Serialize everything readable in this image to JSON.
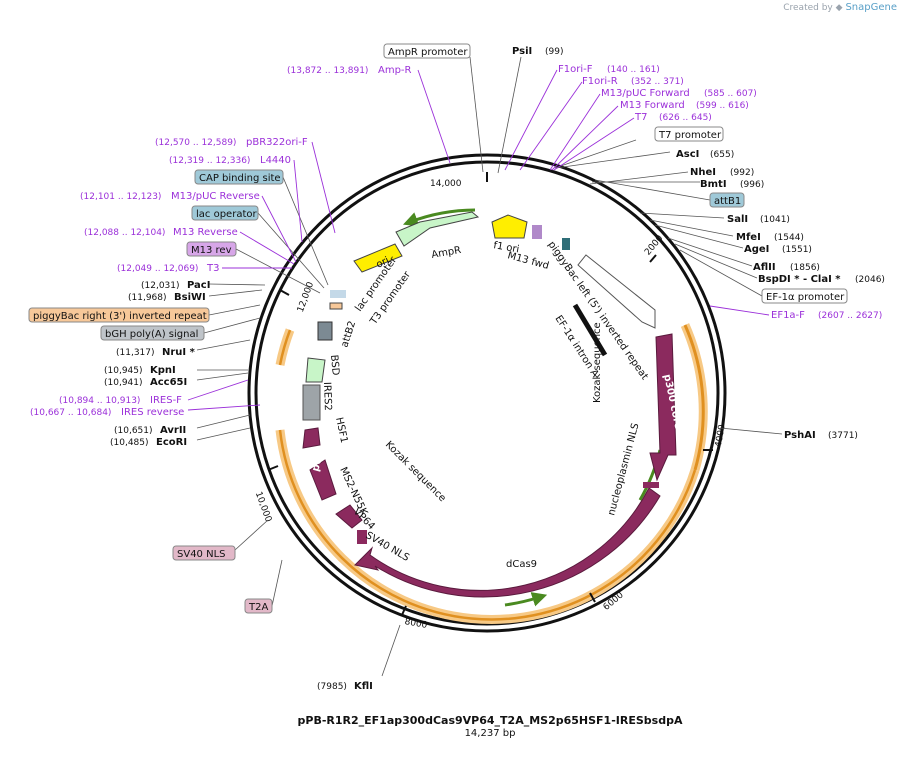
{
  "watermark": {
    "prefix": "Created by",
    "brand": "SnapGene"
  },
  "plasmid": {
    "name": "pPB-R1R2_EF1ap300dCas9VP64_T2A_MS2p65HSF1-IRESbsdpA",
    "size_text": "14,237 bp"
  },
  "ticks": [
    "14,000",
    "2000",
    "4000",
    "6000",
    "8000",
    "10,000",
    "12,000"
  ],
  "sites": [
    {
      "name": "PsiI",
      "pos": "(99)"
    },
    {
      "name": "AscI",
      "pos": "(655)"
    },
    {
      "name": "NheI",
      "pos": "(992)"
    },
    {
      "name": "BmtI",
      "pos": "(996)"
    },
    {
      "name": "SalI",
      "pos": "(1041)"
    },
    {
      "name": "MfeI",
      "pos": "(1544)"
    },
    {
      "name": "AgeI",
      "pos": "(1551)"
    },
    {
      "name": "AflII",
      "pos": "(1856)"
    },
    {
      "name": "BspDI * - ClaI *",
      "pos": "(2046)"
    },
    {
      "name": "PshAI",
      "pos": "(3771)"
    },
    {
      "name": "KflI",
      "pos": "(7985)"
    },
    {
      "name": "EcoRI",
      "pos": "(10,485)"
    },
    {
      "name": "AvrII",
      "pos": "(10,651)"
    },
    {
      "name": "Acc65I",
      "pos": "(10,941)"
    },
    {
      "name": "KpnI",
      "pos": "(10,945)"
    },
    {
      "name": "NruI *",
      "pos": "(11,317)"
    },
    {
      "name": "BsiWI",
      "pos": "(11,968)"
    },
    {
      "name": "PacI",
      "pos": "(12,031)"
    }
  ],
  "primers": [
    {
      "name": "Amp-R",
      "pos": "(13,872 .. 13,891)"
    },
    {
      "name": "F1ori-F",
      "pos": "(140 .. 161)"
    },
    {
      "name": "F1ori-R",
      "pos": "(352 .. 371)"
    },
    {
      "name": "M13/pUC Forward",
      "pos": "(585 .. 607)"
    },
    {
      "name": "M13 Forward",
      "pos": "(599 .. 616)"
    },
    {
      "name": "T7",
      "pos": "(626 .. 645)"
    },
    {
      "name": "EF1a-F",
      "pos": "(2607 .. 2627)"
    },
    {
      "name": "pBR322ori-F",
      "pos": "(12,570 .. 12,589)"
    },
    {
      "name": "L4440",
      "pos": "(12,319 .. 12,336)"
    },
    {
      "name": "M13/pUC Reverse",
      "pos": "(12,101 .. 12,123)"
    },
    {
      "name": "M13 Reverse",
      "pos": "(12,088 .. 12,104)"
    },
    {
      "name": "T3",
      "pos": "(12,049 .. 12,069)"
    },
    {
      "name": "IRES-F",
      "pos": "(10,894 .. 10,913)"
    },
    {
      "name": "IRES reverse",
      "pos": "(10,667 .. 10,684)"
    }
  ],
  "boxes": [
    {
      "name": "AmpR promoter",
      "color": "#ffffff"
    },
    {
      "name": "T7 promoter",
      "color": "#ffffff"
    },
    {
      "name": "attB1",
      "color": "#9fc9d8"
    },
    {
      "name": "EF-1α promoter",
      "color": "#ffffff"
    },
    {
      "name": "CAP binding site",
      "color": "#9fc9d8"
    },
    {
      "name": "lac operator",
      "color": "#9fc9d8"
    },
    {
      "name": "M13 rev",
      "color": "#d7a6e8"
    },
    {
      "name": "piggyBac right (3') inverted repeat",
      "color": "#f7c899"
    },
    {
      "name": "bGH poly(A) signal",
      "color": "#bfc4c9"
    },
    {
      "name": "SV40 NLS",
      "color": "#e2b8c8"
    },
    {
      "name": "T2A",
      "color": "#e2b8c8"
    }
  ],
  "features": [
    {
      "name": "AmpR"
    },
    {
      "name": "ori"
    },
    {
      "name": "f1 ori"
    },
    {
      "name": "M13 fwd"
    },
    {
      "name": "lac promoter"
    },
    {
      "name": "T3 promoter"
    },
    {
      "name": "attB2"
    },
    {
      "name": "piggyBac left (5') inverted repeat"
    },
    {
      "name": "EF-1α intron A"
    },
    {
      "name": "p300 core"
    },
    {
      "name": "nucleoplasmin NLS"
    },
    {
      "name": "Kozak sequence"
    },
    {
      "name": "Kozak sequence"
    },
    {
      "name": "dCas9"
    },
    {
      "name": "SV40 NLS"
    },
    {
      "name": "VP64"
    },
    {
      "name": "MS2-N55K"
    },
    {
      "name": "p65"
    },
    {
      "name": "HSF1"
    },
    {
      "name": "IRES2"
    },
    {
      "name": "BSD"
    }
  ],
  "colors": {
    "backbone": "#111111",
    "primer": "#9b30d9",
    "cds_main": "#8b2a5e",
    "amp": "#c8f5c8",
    "ori": "#ffee00",
    "orf_orange": "#f0a030",
    "orf_green": "#4a8a20",
    "gray_feature": "#9ea4a8"
  }
}
